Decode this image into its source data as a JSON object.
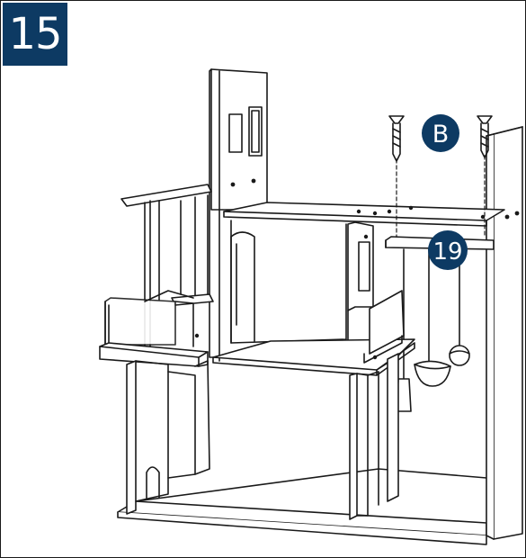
{
  "step": {
    "number": "15"
  },
  "callouts": {
    "screw_label": "B",
    "part_label": "19"
  },
  "colors": {
    "badge": "#0d3a63",
    "line": "#1a1a1a"
  },
  "icons": {
    "screw": "screw-icon",
    "dollhouse": "dollhouse-illustration"
  }
}
